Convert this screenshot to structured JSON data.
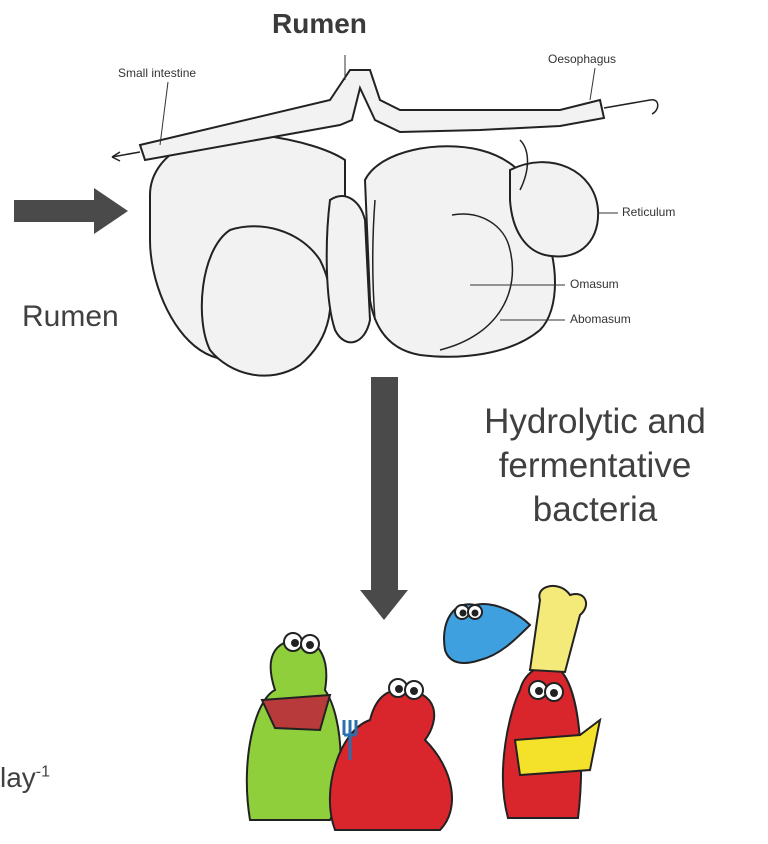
{
  "diagram": {
    "title": "Rumen",
    "labels": {
      "small_intestine": "Small intestine",
      "oesophagus": "Oesophagus",
      "reticulum": "Reticulum",
      "omasum": "Omasum",
      "abomasum": "Abomasum"
    },
    "side_label": "Rumen",
    "bacteria_caption_lines": [
      "Hydrolytic and",
      "fermentative",
      "bacteria"
    ],
    "unit_fragment": {
      "base": "lay",
      "superscript": "-1"
    }
  },
  "colors": {
    "arrow": "#4a4a4a",
    "outline": "#222222",
    "green_microbe": "#8fcf3c",
    "red_microbe": "#d9262c",
    "blue_microbe": "#3fa0e0",
    "hat": "#f4ea7a"
  },
  "icons": [
    "right-arrow-icon",
    "down-arrow-icon"
  ]
}
